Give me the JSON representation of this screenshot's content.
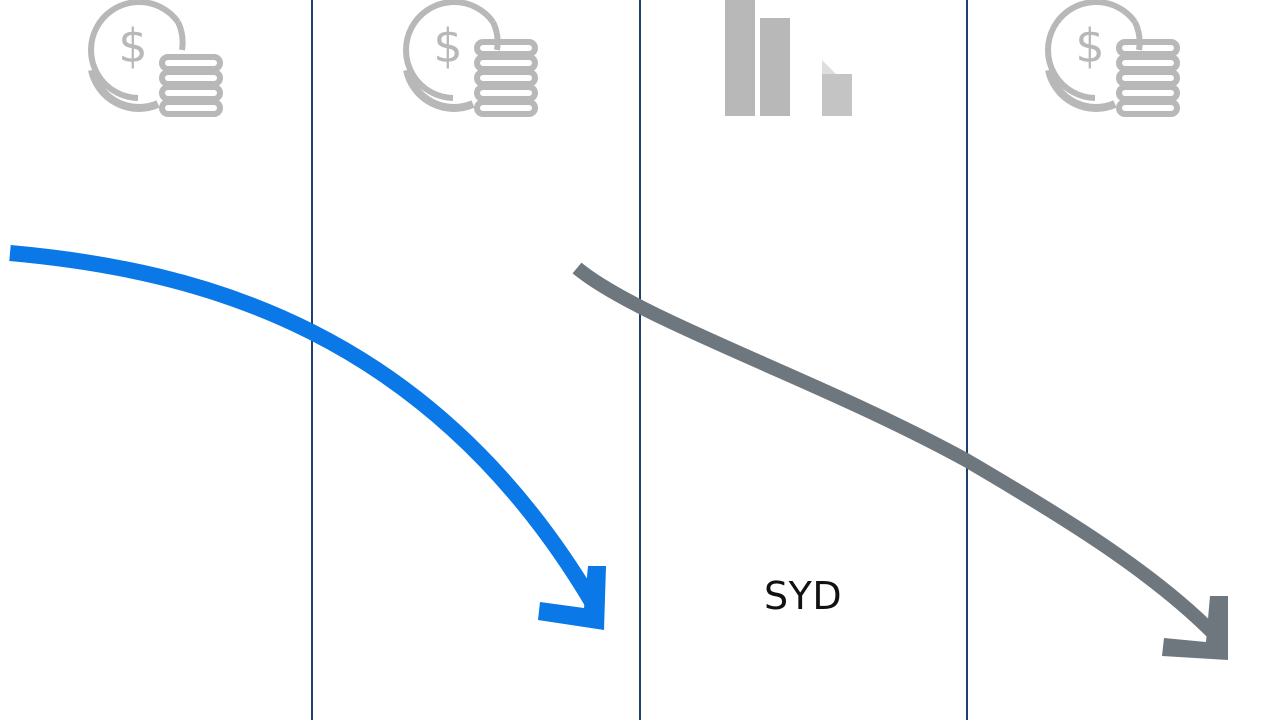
{
  "columns": {
    "count": 4,
    "icons": [
      "money-coins-icon",
      "money-coins-icon",
      "bar-chart-icon",
      "money-coins-icon"
    ]
  },
  "labels": {
    "col3": "SYD"
  },
  "arrows": [
    {
      "name": "blue-down-curve-arrow",
      "color": "#0a78e6"
    },
    {
      "name": "gray-down-curve-arrow",
      "color": "#6f777e"
    }
  ],
  "colors": {
    "divider": "#1f3f6e",
    "icon_gray": "#b8b8b8",
    "background": "#ffffff"
  }
}
